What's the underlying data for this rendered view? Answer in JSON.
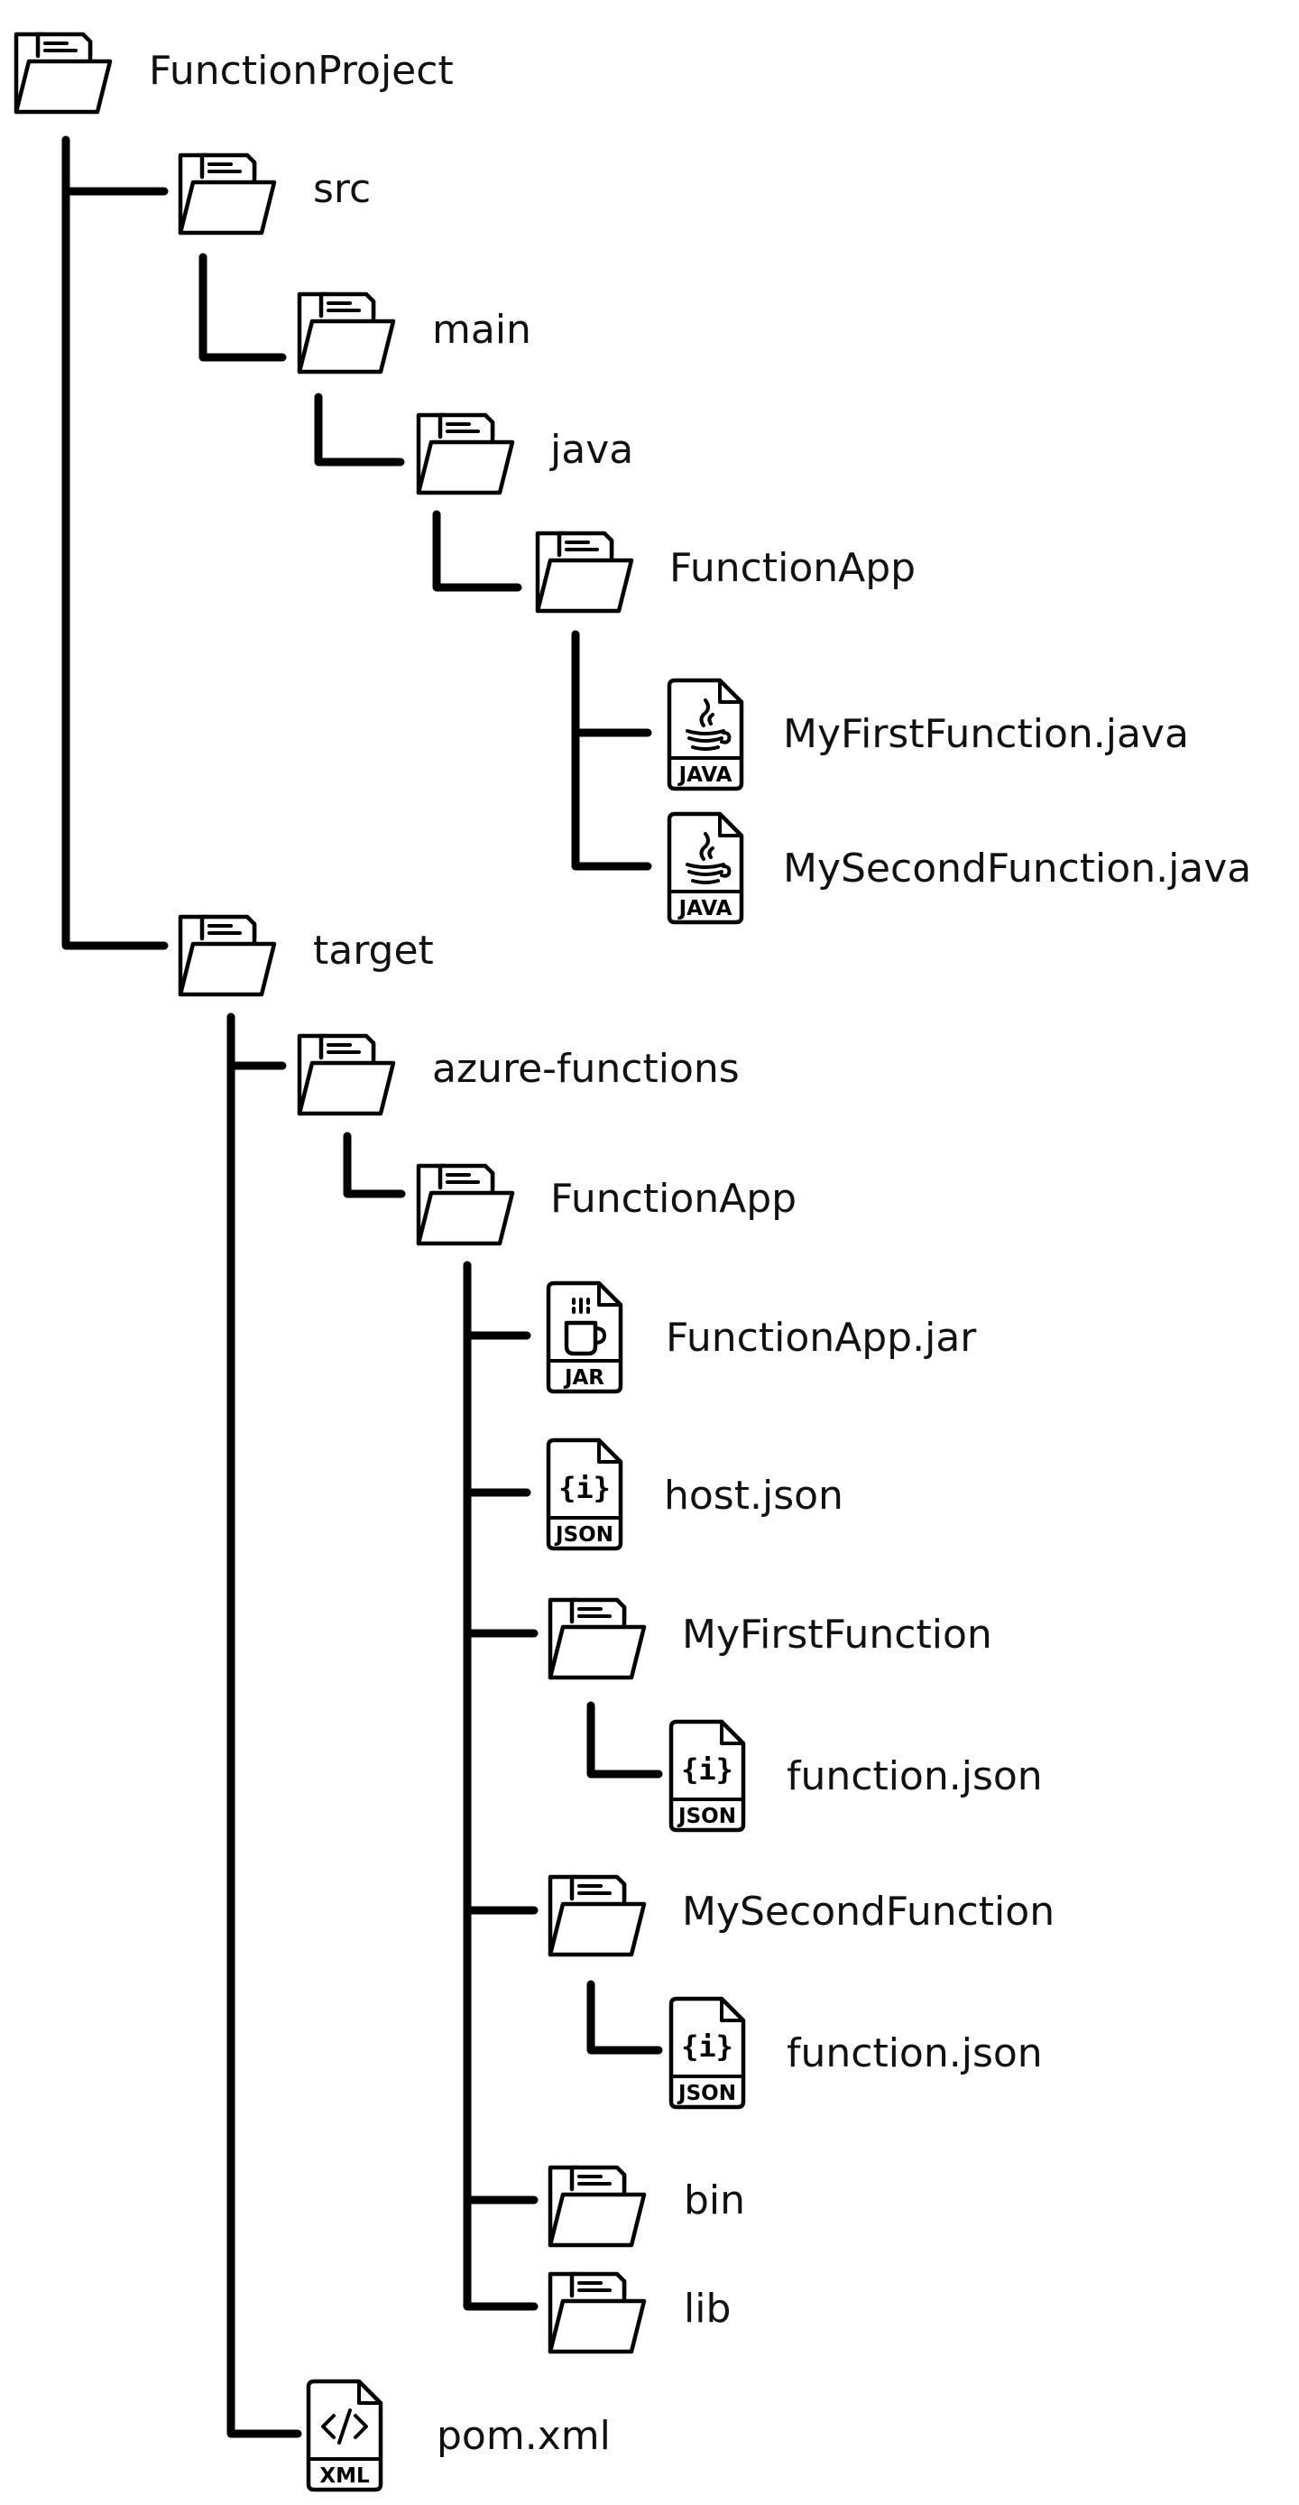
{
  "tree": {
    "root": "FunctionProject",
    "src": "src",
    "main": "main",
    "java": "java",
    "function_app_src": "FunctionApp",
    "my_first_java": "MyFirstFunction.java",
    "my_second_java": "MySecondFunction.java",
    "target": "target",
    "azure_functions": "azure-functions",
    "function_app_target": "FunctionApp",
    "function_app_jar": "FunctionApp.jar",
    "host_json": "host.json",
    "my_first_function": "MyFirstFunction",
    "function_json_1": "function.json",
    "my_second_function": "MySecondFunction",
    "function_json_2": "function.json",
    "bin": "bin",
    "lib": "lib",
    "pom_xml": "pom.xml"
  },
  "badges": {
    "java": "JAVA",
    "jar": "JAR",
    "json": "JSON",
    "xml": "XML"
  },
  "icons": {
    "folder": "folder-icon",
    "java_file": "java-file-icon",
    "jar_file": "jar-file-icon",
    "json_file": "json-file-icon",
    "xml_file": "xml-file-icon"
  },
  "colors": {
    "stroke": "#000000",
    "background": "#ffffff"
  }
}
